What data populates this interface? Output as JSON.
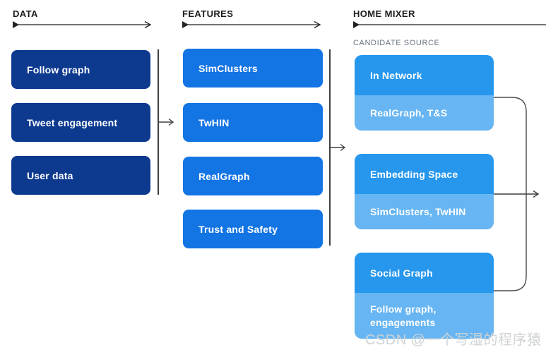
{
  "columns": [
    {
      "header": "DATA",
      "boxes": [
        "Follow graph",
        "Tweet engagement",
        "User data"
      ]
    },
    {
      "header": "FEATURES",
      "boxes": [
        "SimClusters",
        "TwHIN",
        "RealGraph",
        "Trust and Safety"
      ]
    },
    {
      "header": "HOME MIXER",
      "subheader": "CANDIDATE SOURCE",
      "boxes": [
        {
          "title": "In Network",
          "subtitle": "RealGraph, T&S"
        },
        {
          "title": "Embedding Space",
          "subtitle": "SimClusters, TwHIN"
        },
        {
          "title": "Social Graph",
          "subtitle": "Follow graph, engagements"
        }
      ]
    }
  ],
  "watermark": "CSDN @一个写湿的程序猿",
  "colors": {
    "data_box": "#0d3a8f",
    "features_box": "#1374e4",
    "mixer_box_top": "#2797ee",
    "mixer_box_light": "#67b5f2",
    "box_text": "#ffffff",
    "header_text": "#1c1c1c",
    "subheader_text": "#6b7480",
    "line": "#3f3f3f",
    "background": "#ffffff"
  }
}
